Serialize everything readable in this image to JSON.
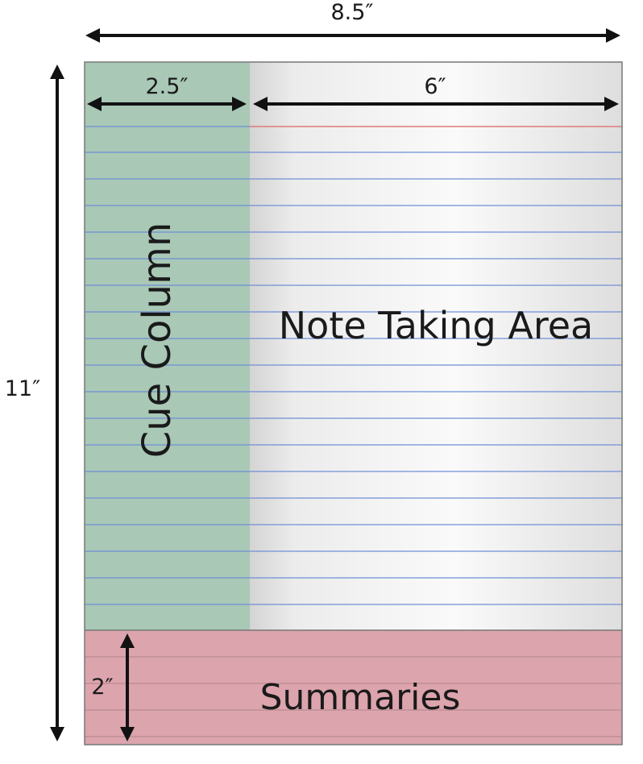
{
  "dimensions": {
    "page_width": "8.5″",
    "page_height": "11″",
    "cue_width": "2.5″",
    "notes_width": "6″",
    "summary_height": "2″"
  },
  "zones": {
    "cue": "Cue Column",
    "notes": "Note Taking Area",
    "summary": "Summaries"
  },
  "colors": {
    "cue_fill": "#a9c8b6",
    "notes_fill_edge": "#dcdcdc",
    "notes_fill_center": "#f8f8f8",
    "summary_fill": "#dca4ad",
    "rule_line": "#6f8fd6",
    "margin_line": "#e07a7a",
    "border": "#777777",
    "arrow": "#111111"
  }
}
